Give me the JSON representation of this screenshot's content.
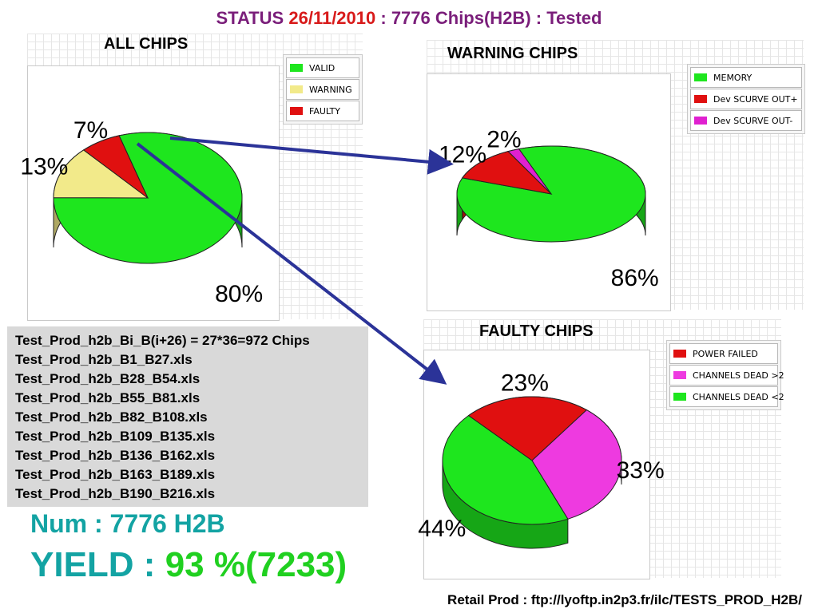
{
  "header": {
    "prefix": "STATUS ",
    "date": "26/11/2010",
    "suffix": " : 7776 Chips(H2B) : Tested"
  },
  "chart_data": [
    {
      "type": "pie",
      "title": "ALL CHIPS",
      "labels": [
        "VALID",
        "WARNING",
        "FAULTY"
      ],
      "values": [
        80,
        13,
        7
      ],
      "value_labels": [
        "80%",
        "13%",
        "7%"
      ],
      "colors": [
        "#1ee61e",
        "#f2ea8a",
        "#e01010"
      ],
      "legend_position": "top-right",
      "grid": true
    },
    {
      "type": "pie",
      "title": "WARNING CHIPS",
      "labels": [
        "MEMORY",
        "Dev SCURVE OUT+",
        "Dev SCURVE OUT-"
      ],
      "values": [
        86,
        12,
        2
      ],
      "value_labels": [
        "86%",
        "12%",
        "2%"
      ],
      "colors": [
        "#1ee61e",
        "#e01010",
        "#e020d0"
      ],
      "legend_position": "top-right",
      "grid": true
    },
    {
      "type": "pie",
      "title": "FAULTY CHIPS",
      "labels": [
        "POWER FAILED",
        "CHANNELS DEAD >2",
        "CHANNELS DEAD <2"
      ],
      "values": [
        23,
        33,
        44
      ],
      "value_labels": [
        "23%",
        "33%",
        "44%"
      ],
      "colors": [
        "#e01010",
        "#ee3ae0",
        "#1ee61e"
      ],
      "legend_position": "top-right",
      "grid": true
    }
  ],
  "files": [
    "Test_Prod_h2b_Bi_B(i+26) = 27*36=972 Chips",
    "Test_Prod_h2b_B1_B27.xls",
    "Test_Prod_h2b_B28_B54.xls",
    "Test_Prod_h2b_B55_B81.xls",
    "Test_Prod_h2b_B82_B108.xls",
    "Test_Prod_h2b_B109_B135.xls",
    "Test_Prod_h2b_B136_B162.xls",
    "Test_Prod_h2b_B163_B189.xls",
    "Test_Prod_h2b_B190_B216.xls"
  ],
  "num": "Num : 7776 H2B",
  "yield": {
    "prefix": "YIELD : ",
    "value": "93 %(7233)"
  },
  "footer": "Retail Prod : ftp://lyoftp.in2p3.fr/ilc/TESTS_PROD_H2B/",
  "arrow_color": "#2b3398"
}
